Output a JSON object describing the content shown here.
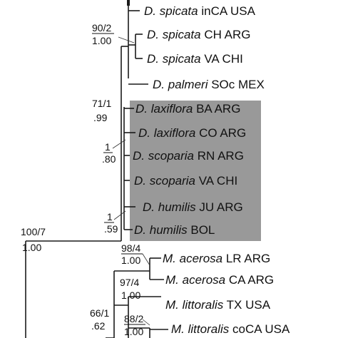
{
  "taxa": [
    {
      "genus": "D.",
      "species": "spicata",
      "locality": "inCA USA"
    },
    {
      "genus": "D.",
      "species": "spicata",
      "locality": "CH ARG"
    },
    {
      "genus": "D.",
      "species": "spicata",
      "locality": "VA CHI"
    },
    {
      "genus": "D.",
      "species": "palmeri",
      "locality": "SOc MEX"
    },
    {
      "genus": "D.",
      "species": "laxiflora",
      "locality": "BA ARG"
    },
    {
      "genus": "D.",
      "species": "laxiflora",
      "locality": "CO ARG"
    },
    {
      "genus": "D.",
      "species": "scoparia",
      "locality": "RN ARG"
    },
    {
      "genus": "D.",
      "species": "scoparia",
      "locality": "VA CHI"
    },
    {
      "genus": "D.",
      "species": "humilis",
      "locality": "JU ARG"
    },
    {
      "genus": "D.",
      "species": "humilis",
      "locality": "BOL"
    },
    {
      "genus": "M.",
      "species": "acerosa",
      "locality": "LR ARG"
    },
    {
      "genus": "M.",
      "species": "acerosa",
      "locality": "CA ARG"
    },
    {
      "genus": "M.",
      "species": "littoralis",
      "locality": "TX USA"
    },
    {
      "genus": "M.",
      "species": "littoralis",
      "locality": "coCA USA"
    }
  ],
  "support_values": [
    {
      "top": "90/2",
      "bottom": "1.00"
    },
    {
      "top": "71/1",
      "bottom": ".99"
    },
    {
      "top": "1",
      "bottom": ".80"
    },
    {
      "top": "1",
      "bottom": ".59"
    },
    {
      "top": "100/7",
      "bottom": "1.00"
    },
    {
      "top": "98/4",
      "bottom": "1.00"
    },
    {
      "top": "97/4",
      "bottom": "1.00"
    },
    {
      "top": "66/1",
      "bottom": ".62"
    },
    {
      "top": "88/2",
      "bottom": "1.00"
    }
  ],
  "colors": {
    "highlight_box": "#999999",
    "lines": "#1a1a1a"
  }
}
